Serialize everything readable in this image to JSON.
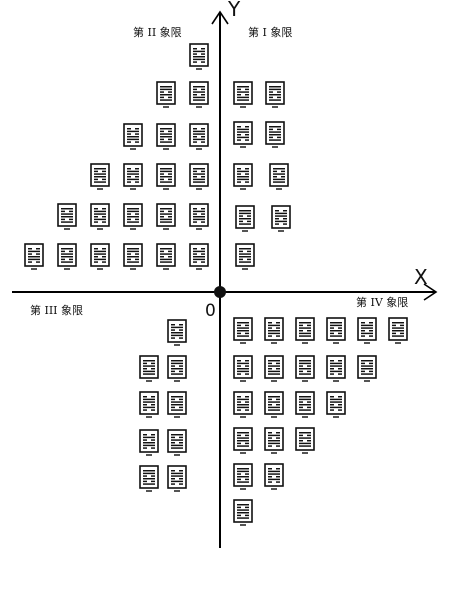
{
  "axes": {
    "x_label": "X",
    "y_label": "Y",
    "origin_label": "0"
  },
  "quadrants": {
    "q1": "第 I 象限",
    "q2": "第 II 象限",
    "q3": "第 III 象限",
    "q4": "第 IV 象限"
  },
  "hexagrams": {
    "q2_layout": [
      1,
      2,
      3,
      4,
      5,
      6
    ],
    "q1_layout": [
      0,
      2,
      2,
      2,
      2,
      1
    ],
    "q3_layout": [
      1,
      2,
      2,
      2,
      2
    ],
    "q4_layout": [
      6,
      5,
      4,
      3,
      2,
      1
    ]
  }
}
